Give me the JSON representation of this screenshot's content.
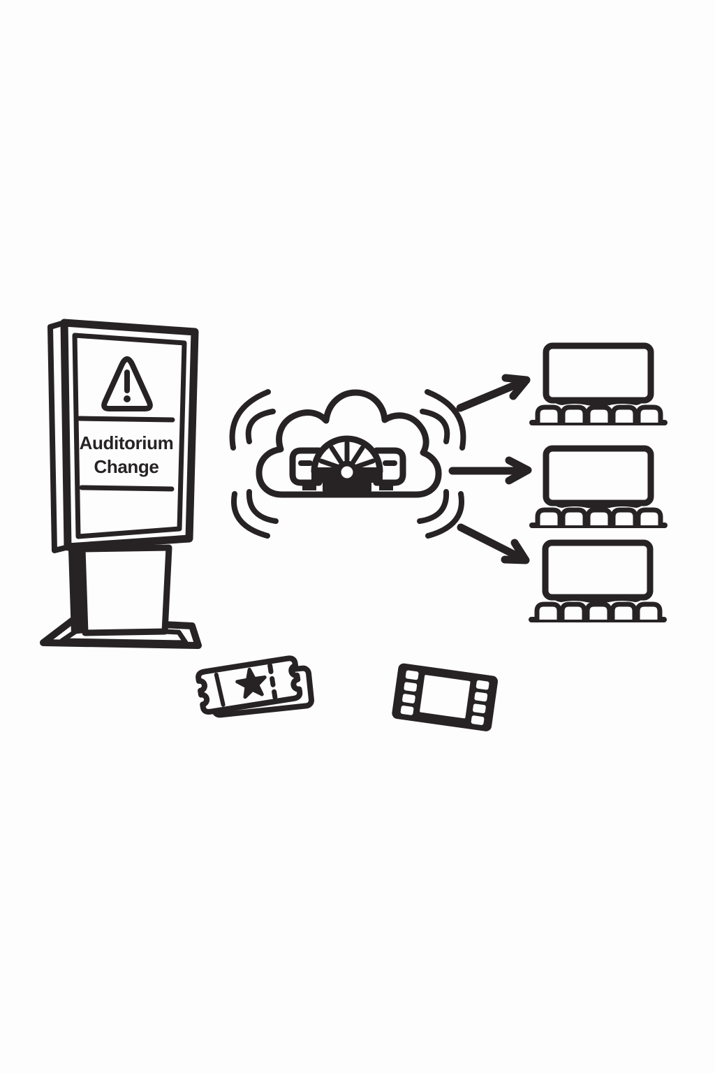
{
  "palette": {
    "ink": "#272324",
    "background": "#fdfdfd"
  },
  "kiosk": {
    "device": "digital-signage-totem",
    "warning_icon": "warning-triangle-icon",
    "alert_line1": "Auditorium",
    "alert_line2": "Change"
  },
  "broadcast": {
    "icon": "cloud-projector-icon",
    "signal_wave_groups": 4
  },
  "arrows": {
    "count": 3
  },
  "auditoriums": {
    "count": 3,
    "seats_per_row": 5
  },
  "bottom_icons": {
    "left": "movie-tickets-icon",
    "right": "film-strip-icon"
  }
}
